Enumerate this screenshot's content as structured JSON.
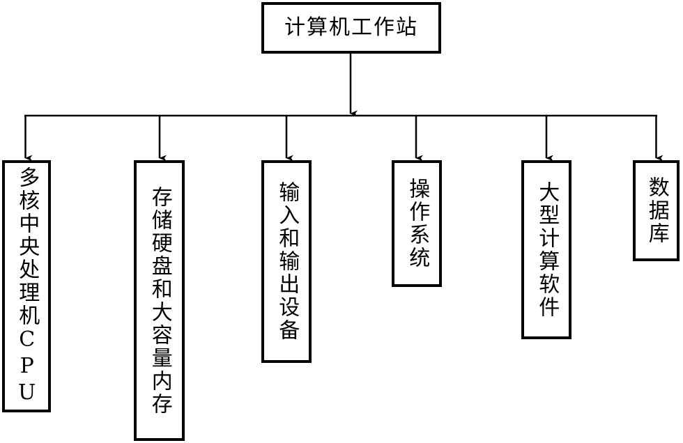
{
  "diagram": {
    "title": "计算机工作站",
    "type": "hierarchy-tree",
    "orientation": "top-down",
    "background_color": "#ffffff",
    "line_color": "#000000",
    "text_color": "#000000",
    "root": {
      "label": "计算机工作站",
      "text_direction": "horizontal"
    },
    "children": [
      {
        "label": "多核中央处理机CPU",
        "text_direction": "vertical"
      },
      {
        "label": "存储硬盘和大容量内存",
        "text_direction": "vertical"
      },
      {
        "label": "输入和输出设备",
        "text_direction": "vertical"
      },
      {
        "label": "操作系统",
        "text_direction": "vertical"
      },
      {
        "label": "大型计算软件",
        "text_direction": "vertical"
      },
      {
        "label": "数据库",
        "text_direction": "vertical"
      }
    ]
  }
}
